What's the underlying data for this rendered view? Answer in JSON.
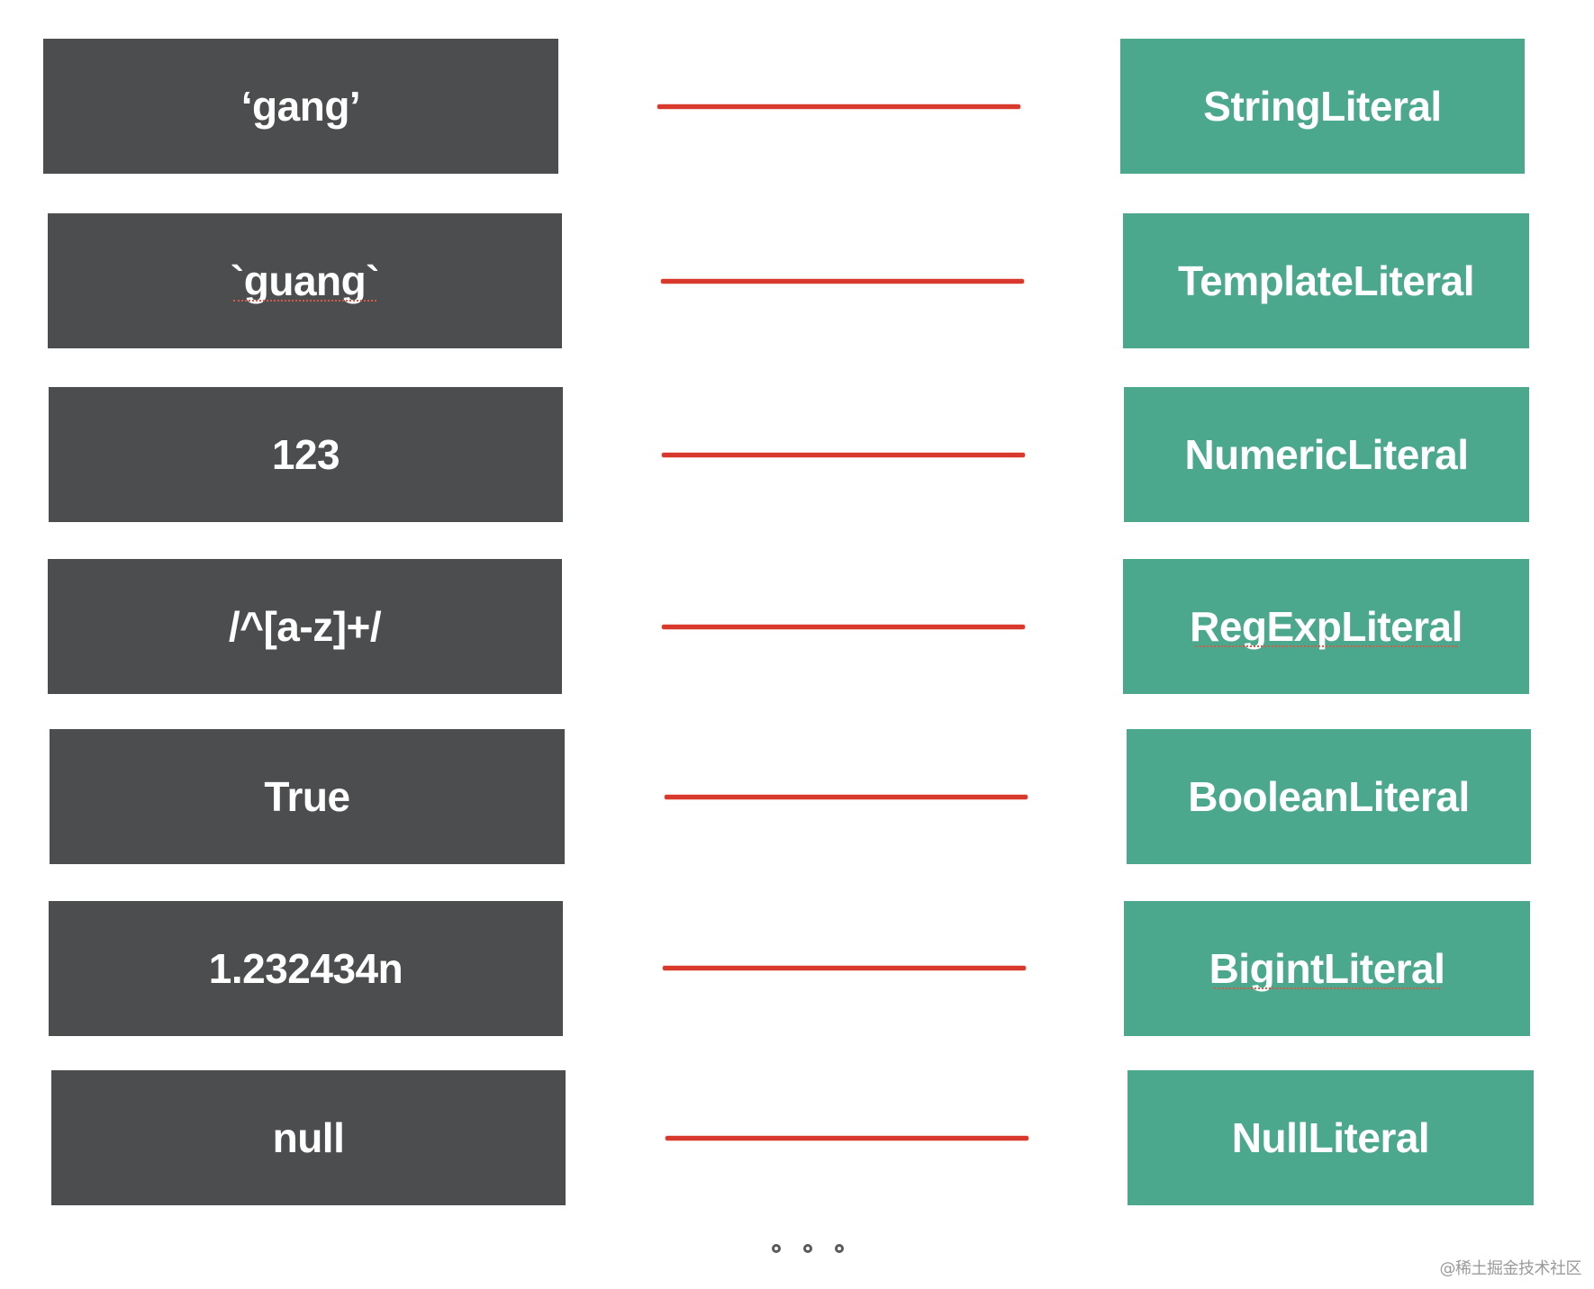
{
  "colors": {
    "source_box": "#4c4d4f",
    "node_box": "#4ba88c",
    "connector": "#d9382c",
    "text": "#ffffff"
  },
  "rows": [
    {
      "source": "‘gang’",
      "node_type": "StringLiteral"
    },
    {
      "source": "`guang`",
      "node_type": "TemplateLiteral"
    },
    {
      "source": "123",
      "node_type": "NumericLiteral"
    },
    {
      "source": "/^[a-z]+/",
      "node_type": "RegExpLiteral"
    },
    {
      "source": "True",
      "node_type": "BooleanLiteral"
    },
    {
      "source": "1.232434n",
      "node_type": "BigintLiteral"
    },
    {
      "source": "null",
      "node_type": "NullLiteral"
    }
  ],
  "ellipsis": "。。。",
  "watermark": "@稀土掘金技术社区"
}
